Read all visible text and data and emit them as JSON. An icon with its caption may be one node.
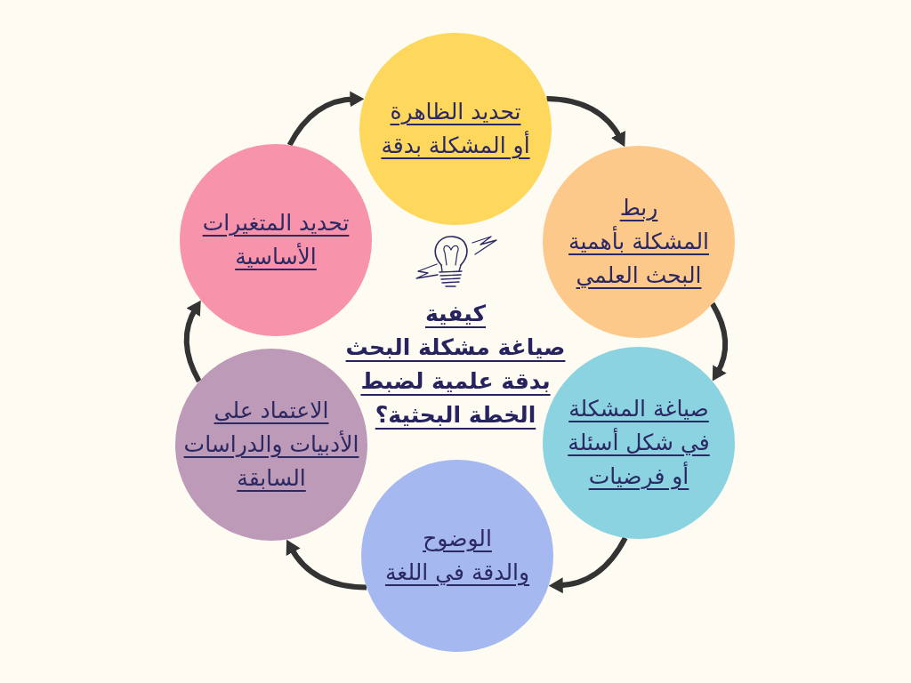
{
  "diagram": {
    "title": "كيفية صياغة مشكلة البحث بدقة علمية لضبط الخطة البحثية؟",
    "nodes": [
      {
        "text": [
          "تحديد الظاهرة أو المشكلة بدقة"
        ]
      },
      {
        "text": [
          "ربط المشكلة بأهمية البحث العلمي"
        ]
      },
      {
        "text": [
          "صياغة المشكلة في شكل أسئلة أو فرضيات"
        ]
      },
      {
        "text": [
          "الوضوح والدقة في اللغة"
        ]
      },
      {
        "text": [
          "الاعتماد على الأدبيات والدراسات السابقة"
        ]
      },
      {
        "text": [
          "تحديد المتغيرات الأساسية"
        ]
      }
    ],
    "edges": [
      {
        "from": 0,
        "to": 1,
        "arrow": "to"
      },
      {
        "from": 1,
        "to": 2,
        "arrow": "to"
      },
      {
        "from": 2,
        "to": 3,
        "arrow": "to"
      },
      {
        "from": 3,
        "to": 4,
        "arrow": "to"
      },
      {
        "from": 4,
        "to": 5,
        "arrow": "to"
      },
      {
        "from": 5,
        "to": 0,
        "arrow": "to"
      }
    ]
  }
}
